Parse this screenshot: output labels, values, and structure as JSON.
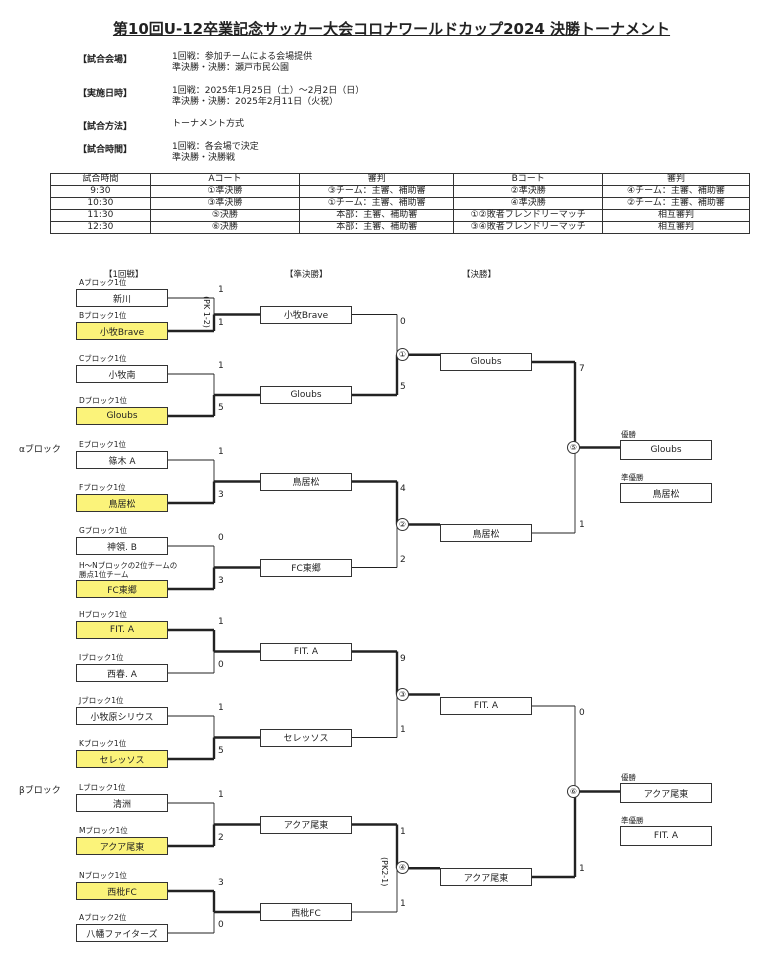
{
  "title": "第10回U-12卒業記念サッカー大会コロナワールドカップ2024  決勝トーナメント",
  "info": [
    {
      "label": "【試合会場】",
      "value": "1回戦：参加チームによる会場提供\n準決勝・決勝：瀬戸市民公園"
    },
    {
      "label": "【実施日時】",
      "value": "1回戦：2025年1月25日（土）～2月2日（日）\n準決勝・決勝：2025年2月11日（火祝）"
    },
    {
      "label": "【試合方法】",
      "value": "トーナメント方式"
    },
    {
      "label": "【試合時間】",
      "value": "1回戦：各会場で決定\n準決勝・決勝戦"
    }
  ],
  "schedule": {
    "headers": [
      "試合時間",
      "Aコート",
      "審判",
      "Bコート",
      "審判"
    ],
    "rows": [
      [
        "9:30",
        "①準決勝",
        "③チーム：主審、補助審",
        "②準決勝",
        "④チーム：主審、補助審"
      ],
      [
        "10:30",
        "③準決勝",
        "①チーム：主審、補助審",
        "④準決勝",
        "②チーム：主審、補助審"
      ],
      [
        "11:30",
        "⑤決勝",
        "本部：主審、補助審",
        "①②敗者フレンドリーマッチ",
        "相互審判"
      ],
      [
        "12:30",
        "⑥決勝",
        "本部：主審、補助審",
        "③④敗者フレンドリーマッチ",
        "相互審判"
      ]
    ]
  },
  "rounds": {
    "r1": "【1回戦】",
    "semi": "【準決勝】",
    "final": "【決勝】"
  },
  "blocks": {
    "alpha": "αブロック",
    "beta": "βブロック"
  },
  "r1": [
    {
      "label": "Aブロック1位",
      "team": "新川",
      "score": "1",
      "win": false
    },
    {
      "label": "Bブロック1位",
      "team": "小牧Brave",
      "score": "1",
      "win": true
    },
    {
      "label": "Cブロック1位",
      "team": "小牧南",
      "score": "1",
      "win": false
    },
    {
      "label": "Dブロック1位",
      "team": "Gloubs",
      "score": "5",
      "win": true
    },
    {
      "label": "Eブロック1位",
      "team": "篠木 A",
      "score": "1",
      "win": false
    },
    {
      "label": "Fブロック1位",
      "team": "鳥居松",
      "score": "3",
      "win": true
    },
    {
      "label": "Gブロック1位",
      "team": "神領. B",
      "score": "0",
      "win": false
    },
    {
      "label": "H～Nブロックの2位チームの\n勝点1位チーム",
      "team": "FC東郷",
      "score": "3",
      "win": true
    },
    {
      "label": "Hブロック1位",
      "team": "FIT. A",
      "score": "1",
      "win": true
    },
    {
      "label": "Iブロック1位",
      "team": "西春. A",
      "score": "0",
      "win": false
    },
    {
      "label": "Jブロック1位",
      "team": "小牧原シリウス",
      "score": "1",
      "win": false
    },
    {
      "label": "Kブロック1位",
      "team": "セレッソス",
      "score": "5",
      "win": true
    },
    {
      "label": "Lブロック1位",
      "team": "清洲",
      "score": "1",
      "win": false
    },
    {
      "label": "Mブロック1位",
      "team": "アクア尾東",
      "score": "2",
      "win": true
    },
    {
      "label": "Nブロック1位",
      "team": "西枇FC",
      "score": "3",
      "win": true
    },
    {
      "label": "Aブロック2位",
      "team": "八幡ファイターズ",
      "score": "0",
      "win": false
    }
  ],
  "pk": {
    "first": "(PK 1-2)",
    "second": "(PK2-1)"
  },
  "semi": [
    {
      "team": "小牧Brave",
      "score": "0",
      "win": false
    },
    {
      "team": "Gloubs",
      "score": "5",
      "win": true
    },
    {
      "team": "鳥居松",
      "score": "4",
      "win": true
    },
    {
      "team": "FC東郷",
      "score": "2",
      "win": false
    },
    {
      "team": "FIT. A",
      "score": "9",
      "win": true
    },
    {
      "team": "セレッソス",
      "score": "1",
      "win": false
    },
    {
      "team": "アクア尾東",
      "score": "1",
      "win": true
    },
    {
      "team": "西枇FC",
      "score": "1",
      "win": false
    }
  ],
  "semi_nums": [
    "①",
    "②",
    "③",
    "④"
  ],
  "final": [
    {
      "team": "Gloubs",
      "score": "7",
      "win": true
    },
    {
      "team": "鳥居松",
      "score": "1",
      "win": false
    },
    {
      "team": "FIT. A",
      "score": "0",
      "win": false
    },
    {
      "team": "アクア尾東",
      "score": "1",
      "win": true
    }
  ],
  "final_nums": [
    "⑤",
    "⑥"
  ],
  "results": [
    {
      "champ_label": "優勝",
      "champ": "Gloubs",
      "runner_label": "準優勝",
      "runner": "鳥居松"
    },
    {
      "champ_label": "優勝",
      "champ": "アクア尾東",
      "runner_label": "準優勝",
      "runner": "FIT. A"
    }
  ]
}
